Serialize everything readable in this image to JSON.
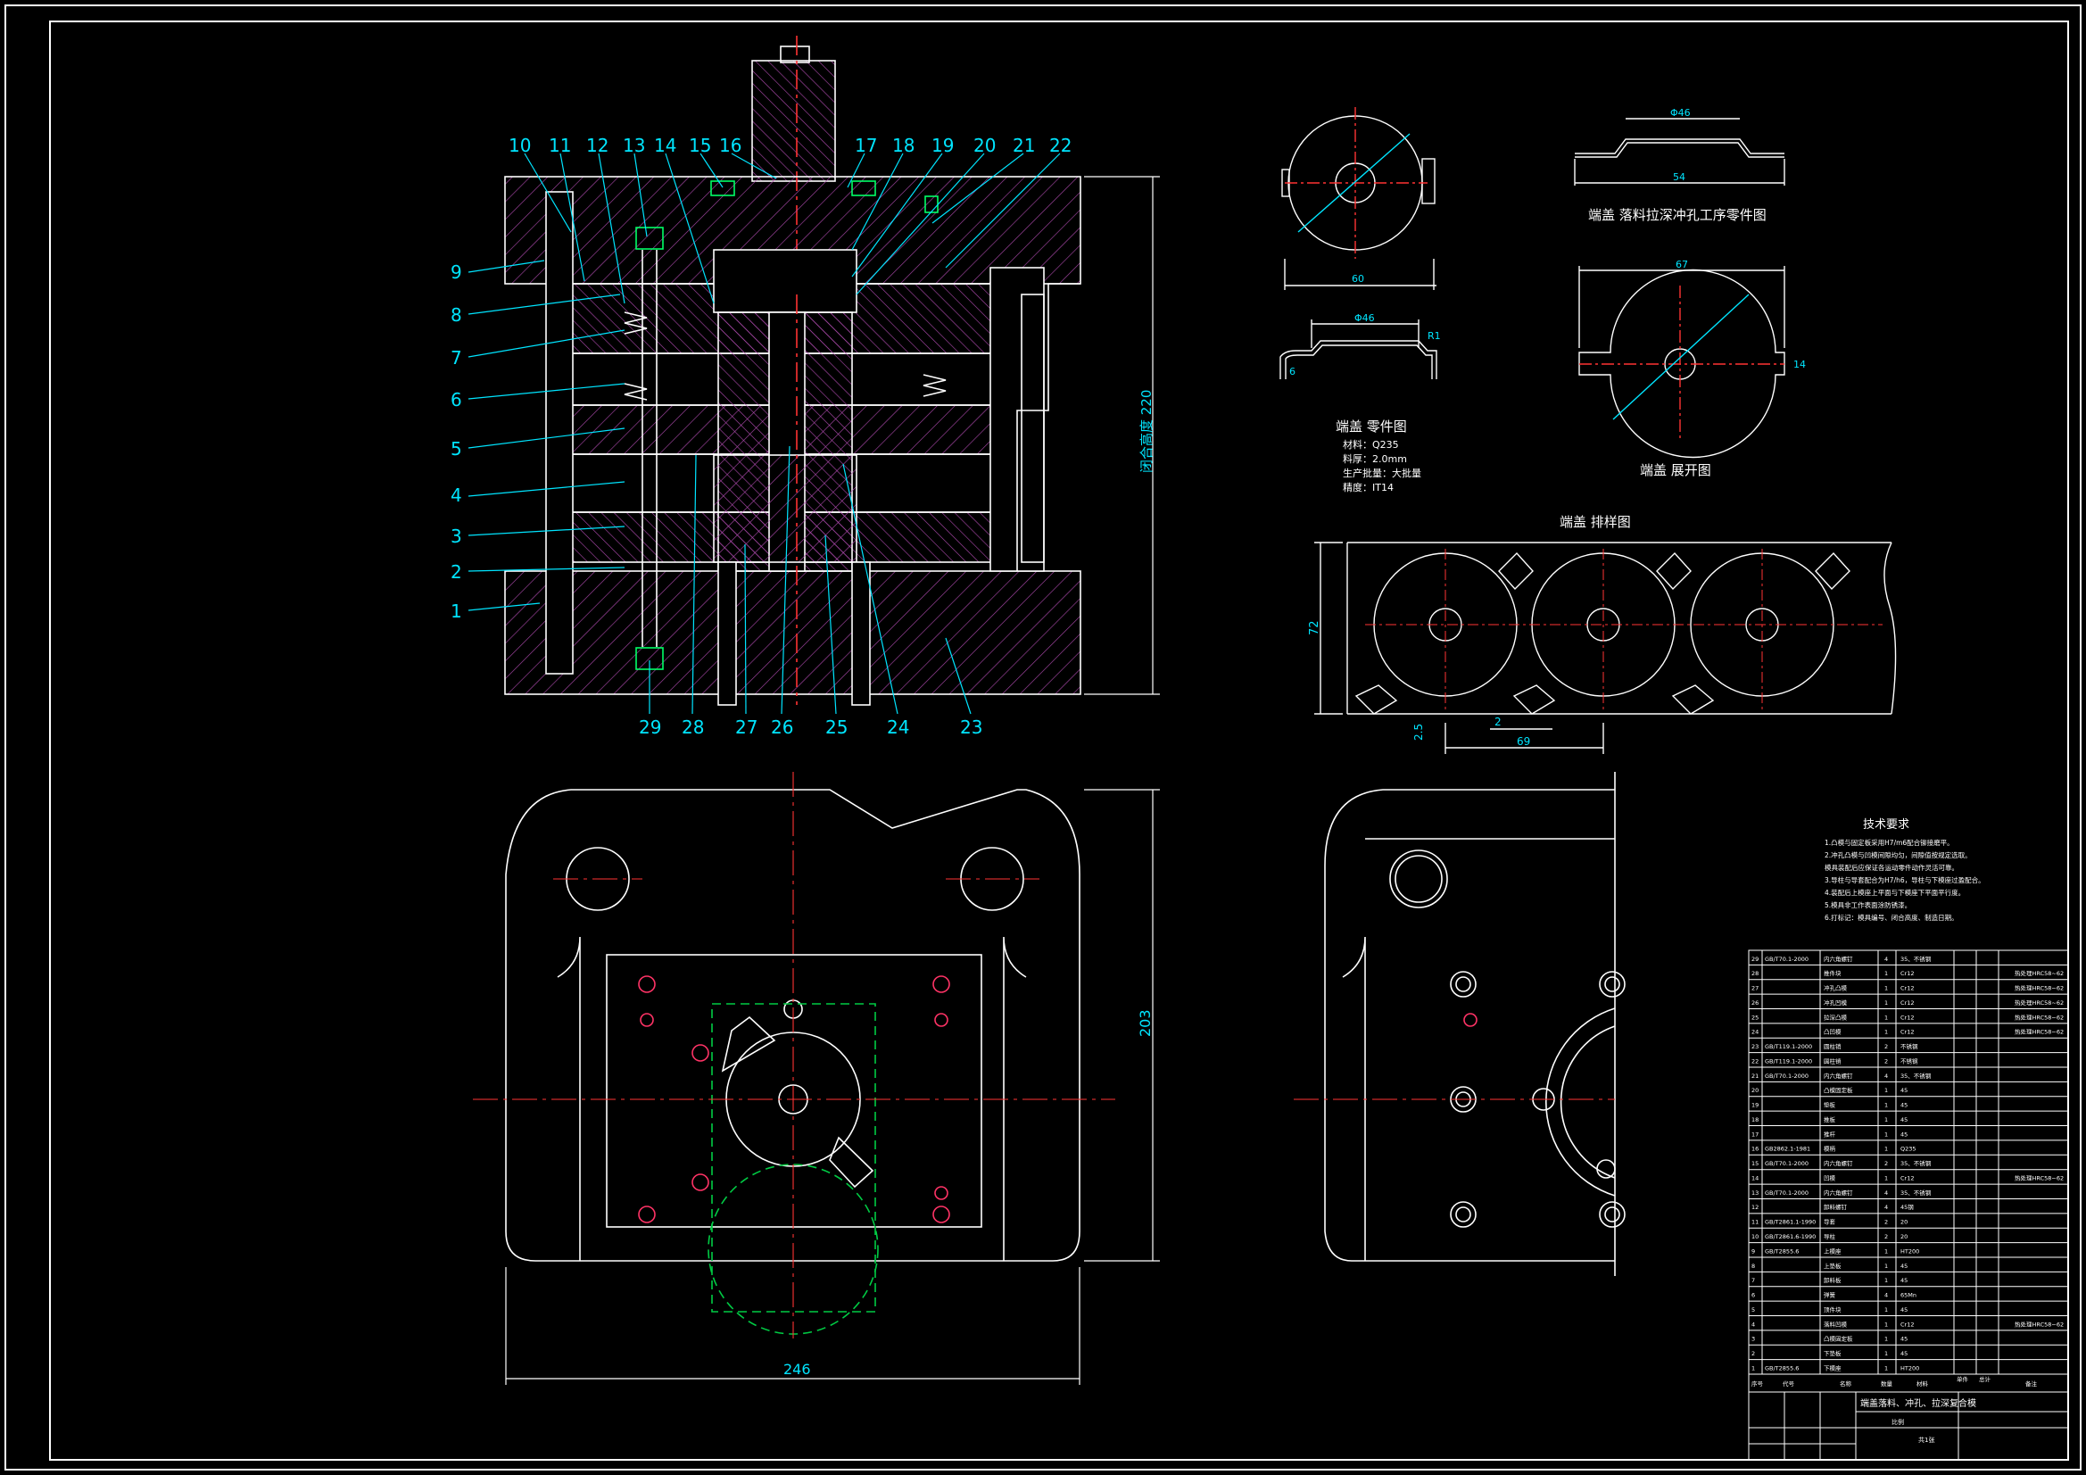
{
  "part_labels": [
    "1",
    "2",
    "3",
    "4",
    "5",
    "6",
    "7",
    "8",
    "9",
    "10",
    "11",
    "12",
    "13",
    "14",
    "15",
    "16",
    "17",
    "18",
    "19",
    "20",
    "21",
    "22",
    "23",
    "24",
    "25",
    "26",
    "27",
    "28",
    "29"
  ],
  "dimensions": {
    "closed_height": "闭合高度 220",
    "plan_height": "203",
    "plan_width": "246",
    "strip_width": "72",
    "strip_pitch": "69",
    "strip_gap": "2",
    "strip_edge": "2.5"
  },
  "views": {
    "process_title": "端盖  落料拉深冲孔工序零件图",
    "part_title": "端盖  零件图",
    "blank_title": "端盖  展开图",
    "layout_title": "端盖  排样图"
  },
  "part_notes": [
    "材料：Q235",
    "料厚：2.0mm",
    "生产批量：大批量",
    "精度：IT14"
  ],
  "small_dims": {
    "d60": "60",
    "d54": "54",
    "phi46": "Φ46",
    "phi67": "67",
    "w14": "14",
    "r1": "R1",
    "h6": "6"
  },
  "tech_req": {
    "title": "技术要求",
    "lines": [
      "1.凸模与固定板采用H7/m6配合铆接磨平。",
      "2.冲孔凸模与凹模间隙均匀，间隙值按规定选取。",
      "  模具装配后应保证各运动零件动作灵活可靠。",
      "3.导柱与导套配合为H7/h6，导柱与下模座过盈配合。",
      "4.装配后上模座上平面与下模座下平面平行度。",
      "5.模具非工作表面涂防锈漆。",
      "6.打标记：模具编号、闭合高度、制造日期。"
    ]
  },
  "bom": {
    "rows": [
      {
        "no": "29",
        "code": "GB/T70.1-2000",
        "name": "内六角螺钉",
        "qty": "4",
        "mat": "35、不锈钢",
        "note": ""
      },
      {
        "no": "28",
        "code": "",
        "name": "推件块",
        "qty": "1",
        "mat": "Cr12",
        "note": "热处理HRC58~62"
      },
      {
        "no": "27",
        "code": "",
        "name": "冲孔凸模",
        "qty": "1",
        "mat": "Cr12",
        "note": "热处理HRC58~62"
      },
      {
        "no": "26",
        "code": "",
        "name": "冲孔凹模",
        "qty": "1",
        "mat": "Cr12",
        "note": "热处理HRC58~62"
      },
      {
        "no": "25",
        "code": "",
        "name": "拉深凸模",
        "qty": "1",
        "mat": "Cr12",
        "note": "热处理HRC58~62"
      },
      {
        "no": "24",
        "code": "",
        "name": "凸凹模",
        "qty": "1",
        "mat": "Cr12",
        "note": "热处理HRC58~62"
      },
      {
        "no": "23",
        "code": "GB/T119.1-2000",
        "name": "圆柱销",
        "qty": "2",
        "mat": "不锈钢",
        "note": ""
      },
      {
        "no": "22",
        "code": "GB/T119.1-2000",
        "name": "圆柱销",
        "qty": "2",
        "mat": "不锈钢",
        "note": ""
      },
      {
        "no": "21",
        "code": "GB/T70.1-2000",
        "name": "内六角螺钉",
        "qty": "4",
        "mat": "35、不锈钢",
        "note": ""
      },
      {
        "no": "20",
        "code": "",
        "name": "凸模固定板",
        "qty": "1",
        "mat": "45",
        "note": ""
      },
      {
        "no": "19",
        "code": "",
        "name": "垫板",
        "qty": "1",
        "mat": "45",
        "note": ""
      },
      {
        "no": "18",
        "code": "",
        "name": "推板",
        "qty": "1",
        "mat": "45",
        "note": ""
      },
      {
        "no": "17",
        "code": "",
        "name": "推杆",
        "qty": "1",
        "mat": "45",
        "note": ""
      },
      {
        "no": "16",
        "code": "GB2862.1-1981",
        "name": "模柄",
        "qty": "1",
        "mat": "Q235",
        "note": ""
      },
      {
        "no": "15",
        "code": "GB/T70.1-2000",
        "name": "内六角螺钉",
        "qty": "2",
        "mat": "35、不锈钢",
        "note": ""
      },
      {
        "no": "14",
        "code": "",
        "name": "凹模",
        "qty": "1",
        "mat": "Cr12",
        "note": "热处理HRC58~62"
      },
      {
        "no": "13",
        "code": "GB/T70.1-2000",
        "name": "内六角螺钉",
        "qty": "4",
        "mat": "35、不锈钢",
        "note": ""
      },
      {
        "no": "12",
        "code": "",
        "name": "卸料螺钉",
        "qty": "4",
        "mat": "45钢",
        "note": ""
      },
      {
        "no": "11",
        "code": "GB/T2861.1-1990",
        "name": "导套",
        "qty": "2",
        "mat": "20",
        "note": ""
      },
      {
        "no": "10",
        "code": "GB/T2861.6-1990",
        "name": "导柱",
        "qty": "2",
        "mat": "20",
        "note": ""
      },
      {
        "no": "9",
        "code": "GB/T2855.6",
        "name": "上模座",
        "qty": "1",
        "mat": "HT200",
        "note": ""
      },
      {
        "no": "8",
        "code": "",
        "name": "上垫板",
        "qty": "1",
        "mat": "45",
        "note": ""
      },
      {
        "no": "7",
        "code": "",
        "name": "卸料板",
        "qty": "1",
        "mat": "45",
        "note": ""
      },
      {
        "no": "6",
        "code": "",
        "name": "弹簧",
        "qty": "4",
        "mat": "65Mn",
        "note": ""
      },
      {
        "no": "5",
        "code": "",
        "name": "顶件块",
        "qty": "1",
        "mat": "45",
        "note": ""
      },
      {
        "no": "4",
        "code": "",
        "name": "落料凹模",
        "qty": "1",
        "mat": "Cr12",
        "note": "热处理HRC58~62"
      },
      {
        "no": "3",
        "code": "",
        "name": "凸模固定板",
        "qty": "1",
        "mat": "45",
        "note": ""
      },
      {
        "no": "2",
        "code": "",
        "name": "下垫板",
        "qty": "1",
        "mat": "45",
        "note": ""
      },
      {
        "no": "1",
        "code": "GB/T2855.6",
        "name": "下模座",
        "qty": "1",
        "mat": "HT200",
        "note": ""
      }
    ],
    "header": [
      "序号",
      "代号",
      "名称",
      "数量",
      "材料",
      "单件",
      "总计",
      "备注"
    ],
    "title_block_name": "端盖落料、冲孔、拉深复合模",
    "scale_label": "比例",
    "sheet_label": "共1张"
  }
}
